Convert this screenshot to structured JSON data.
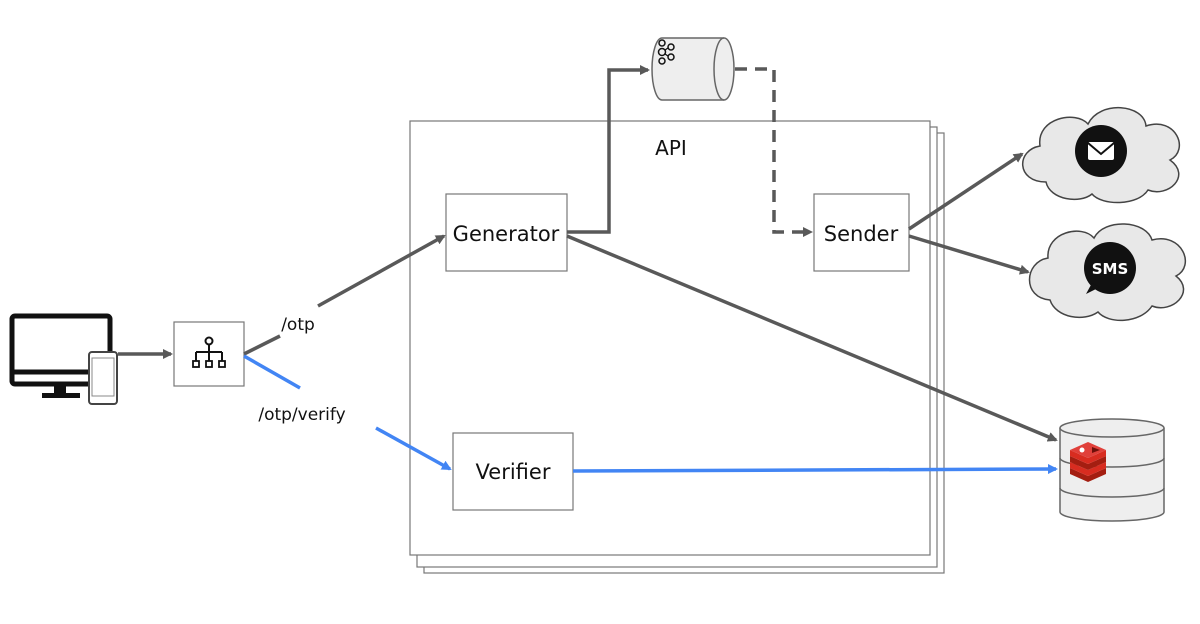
{
  "diagram": {
    "api_label": "API",
    "generator_label": "Generator",
    "sender_label": "Sender",
    "verifier_label": "Verifier",
    "otp_route": "/otp",
    "verify_route": "/otp/verify",
    "sms_text": "SMS",
    "icons": {
      "client": "desktop-and-phone-icon",
      "load_balancer": "load-balancer-icon",
      "queue": "kafka-queue-icon",
      "email": "email-cloud-icon",
      "sms": "sms-cloud-icon",
      "cache": "redis-database-icon"
    },
    "colors": {
      "gray_flow": "#595959",
      "blue_flow": "#4285f4",
      "redis": "#d82c20"
    }
  }
}
